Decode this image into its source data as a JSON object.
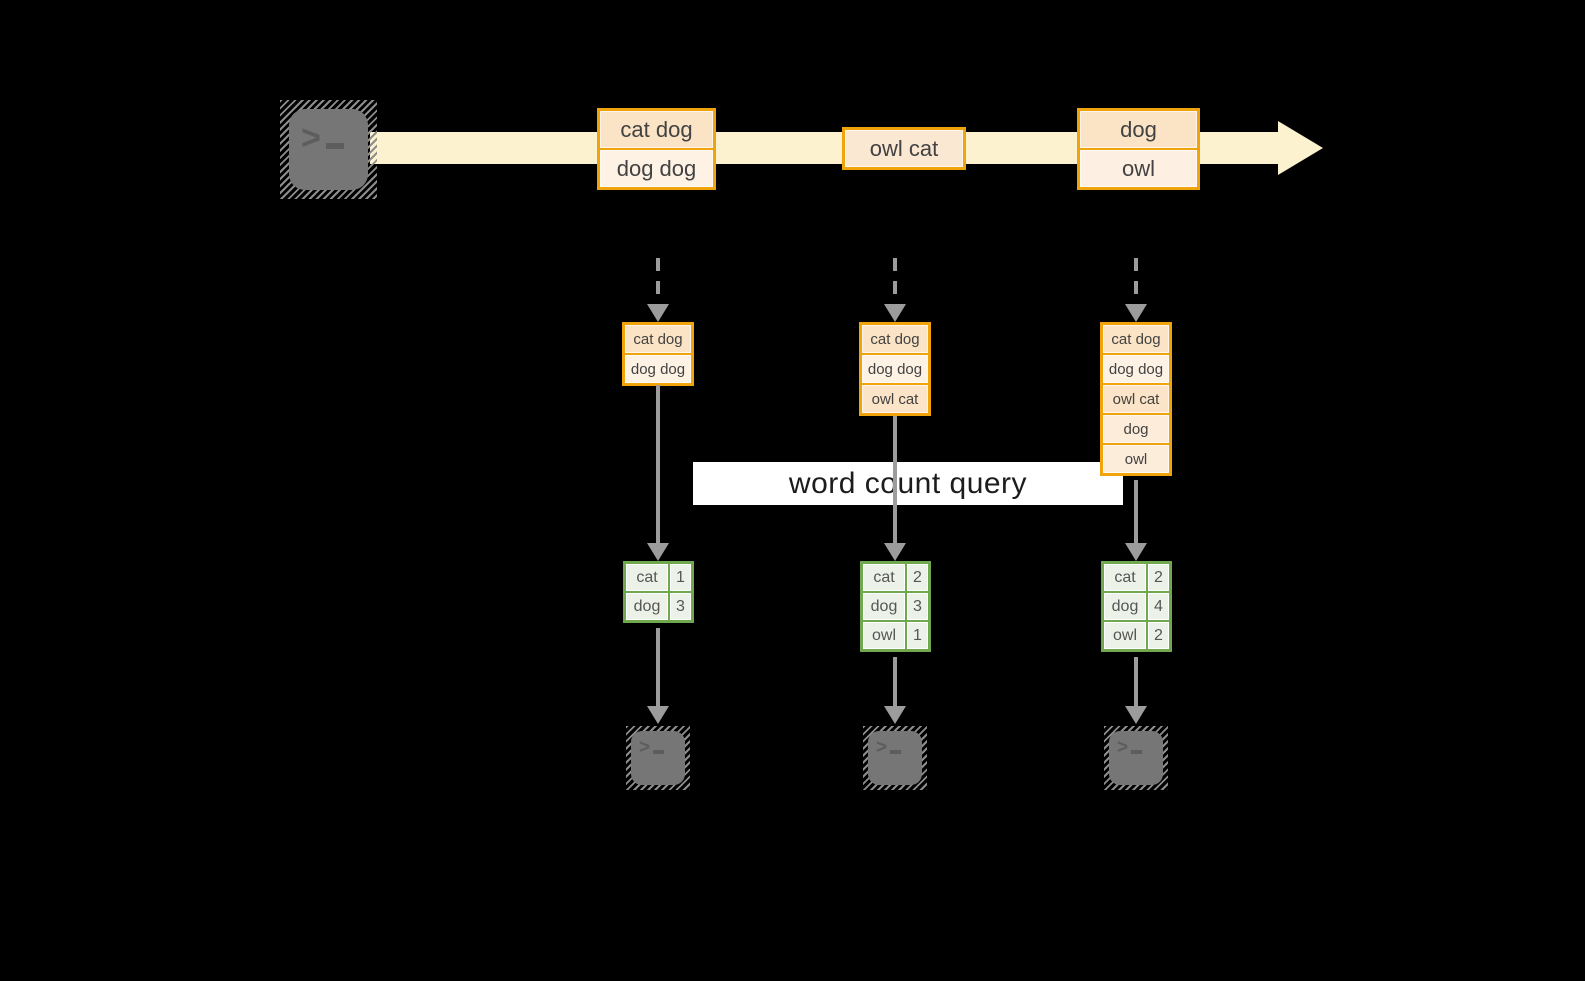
{
  "banner": {
    "label": "word count query"
  },
  "colors": {
    "canvas_bg": "#000000",
    "stream_band": "#fcf2cf",
    "gold_border": "#f0a30a",
    "cell_dark": "#fbe3c5",
    "cell_light": "#fdf2e4",
    "cell_medium": "#fbe8d3",
    "green_border": "#6fa84e",
    "green_cell_bg": "#edf2e8",
    "arrow_gray": "#9c9c9c",
    "terminal_gray": "#767676"
  },
  "stream": {
    "source_icon": "terminal-icon",
    "messages": [
      {
        "cells": [
          {
            "text": "cat dog",
            "bg": "#fbe3c5"
          },
          {
            "text": "dog dog",
            "bg": "#fdf2e4"
          }
        ]
      },
      {
        "cells": [
          {
            "text": "owl cat",
            "bg": "#fbe8d3"
          }
        ]
      },
      {
        "cells": [
          {
            "text": "dog",
            "bg": "#fbe3c5"
          },
          {
            "text": "owl",
            "bg": "#fdf0e2"
          }
        ]
      }
    ]
  },
  "windows": [
    {
      "cells": [
        {
          "text": "cat dog",
          "bg": "#fbe3c5"
        },
        {
          "text": "dog dog",
          "bg": "#fdf2e4"
        }
      ]
    },
    {
      "cells": [
        {
          "text": "cat dog",
          "bg": "#fbe3c5"
        },
        {
          "text": "dog dog",
          "bg": "#fdf2e4"
        },
        {
          "text": "owl cat",
          "bg": "#fbe4c7"
        }
      ]
    },
    {
      "cells": [
        {
          "text": "cat dog",
          "bg": "#fbe3c5"
        },
        {
          "text": "dog dog",
          "bg": "#fdf2e4"
        },
        {
          "text": "owl cat",
          "bg": "#fbe4c7"
        },
        {
          "text": "dog",
          "bg": "#fcecd9"
        },
        {
          "text": "owl",
          "bg": "#fcedda"
        }
      ]
    }
  ],
  "results": [
    {
      "rows": [
        {
          "word": "cat",
          "count": "1"
        },
        {
          "word": "dog",
          "count": "3"
        }
      ]
    },
    {
      "rows": [
        {
          "word": "cat",
          "count": "2"
        },
        {
          "word": "dog",
          "count": "3"
        },
        {
          "word": "owl",
          "count": "1"
        }
      ]
    },
    {
      "rows": [
        {
          "word": "cat",
          "count": "2"
        },
        {
          "word": "dog",
          "count": "4"
        },
        {
          "word": "owl",
          "count": "2"
        }
      ]
    }
  ]
}
